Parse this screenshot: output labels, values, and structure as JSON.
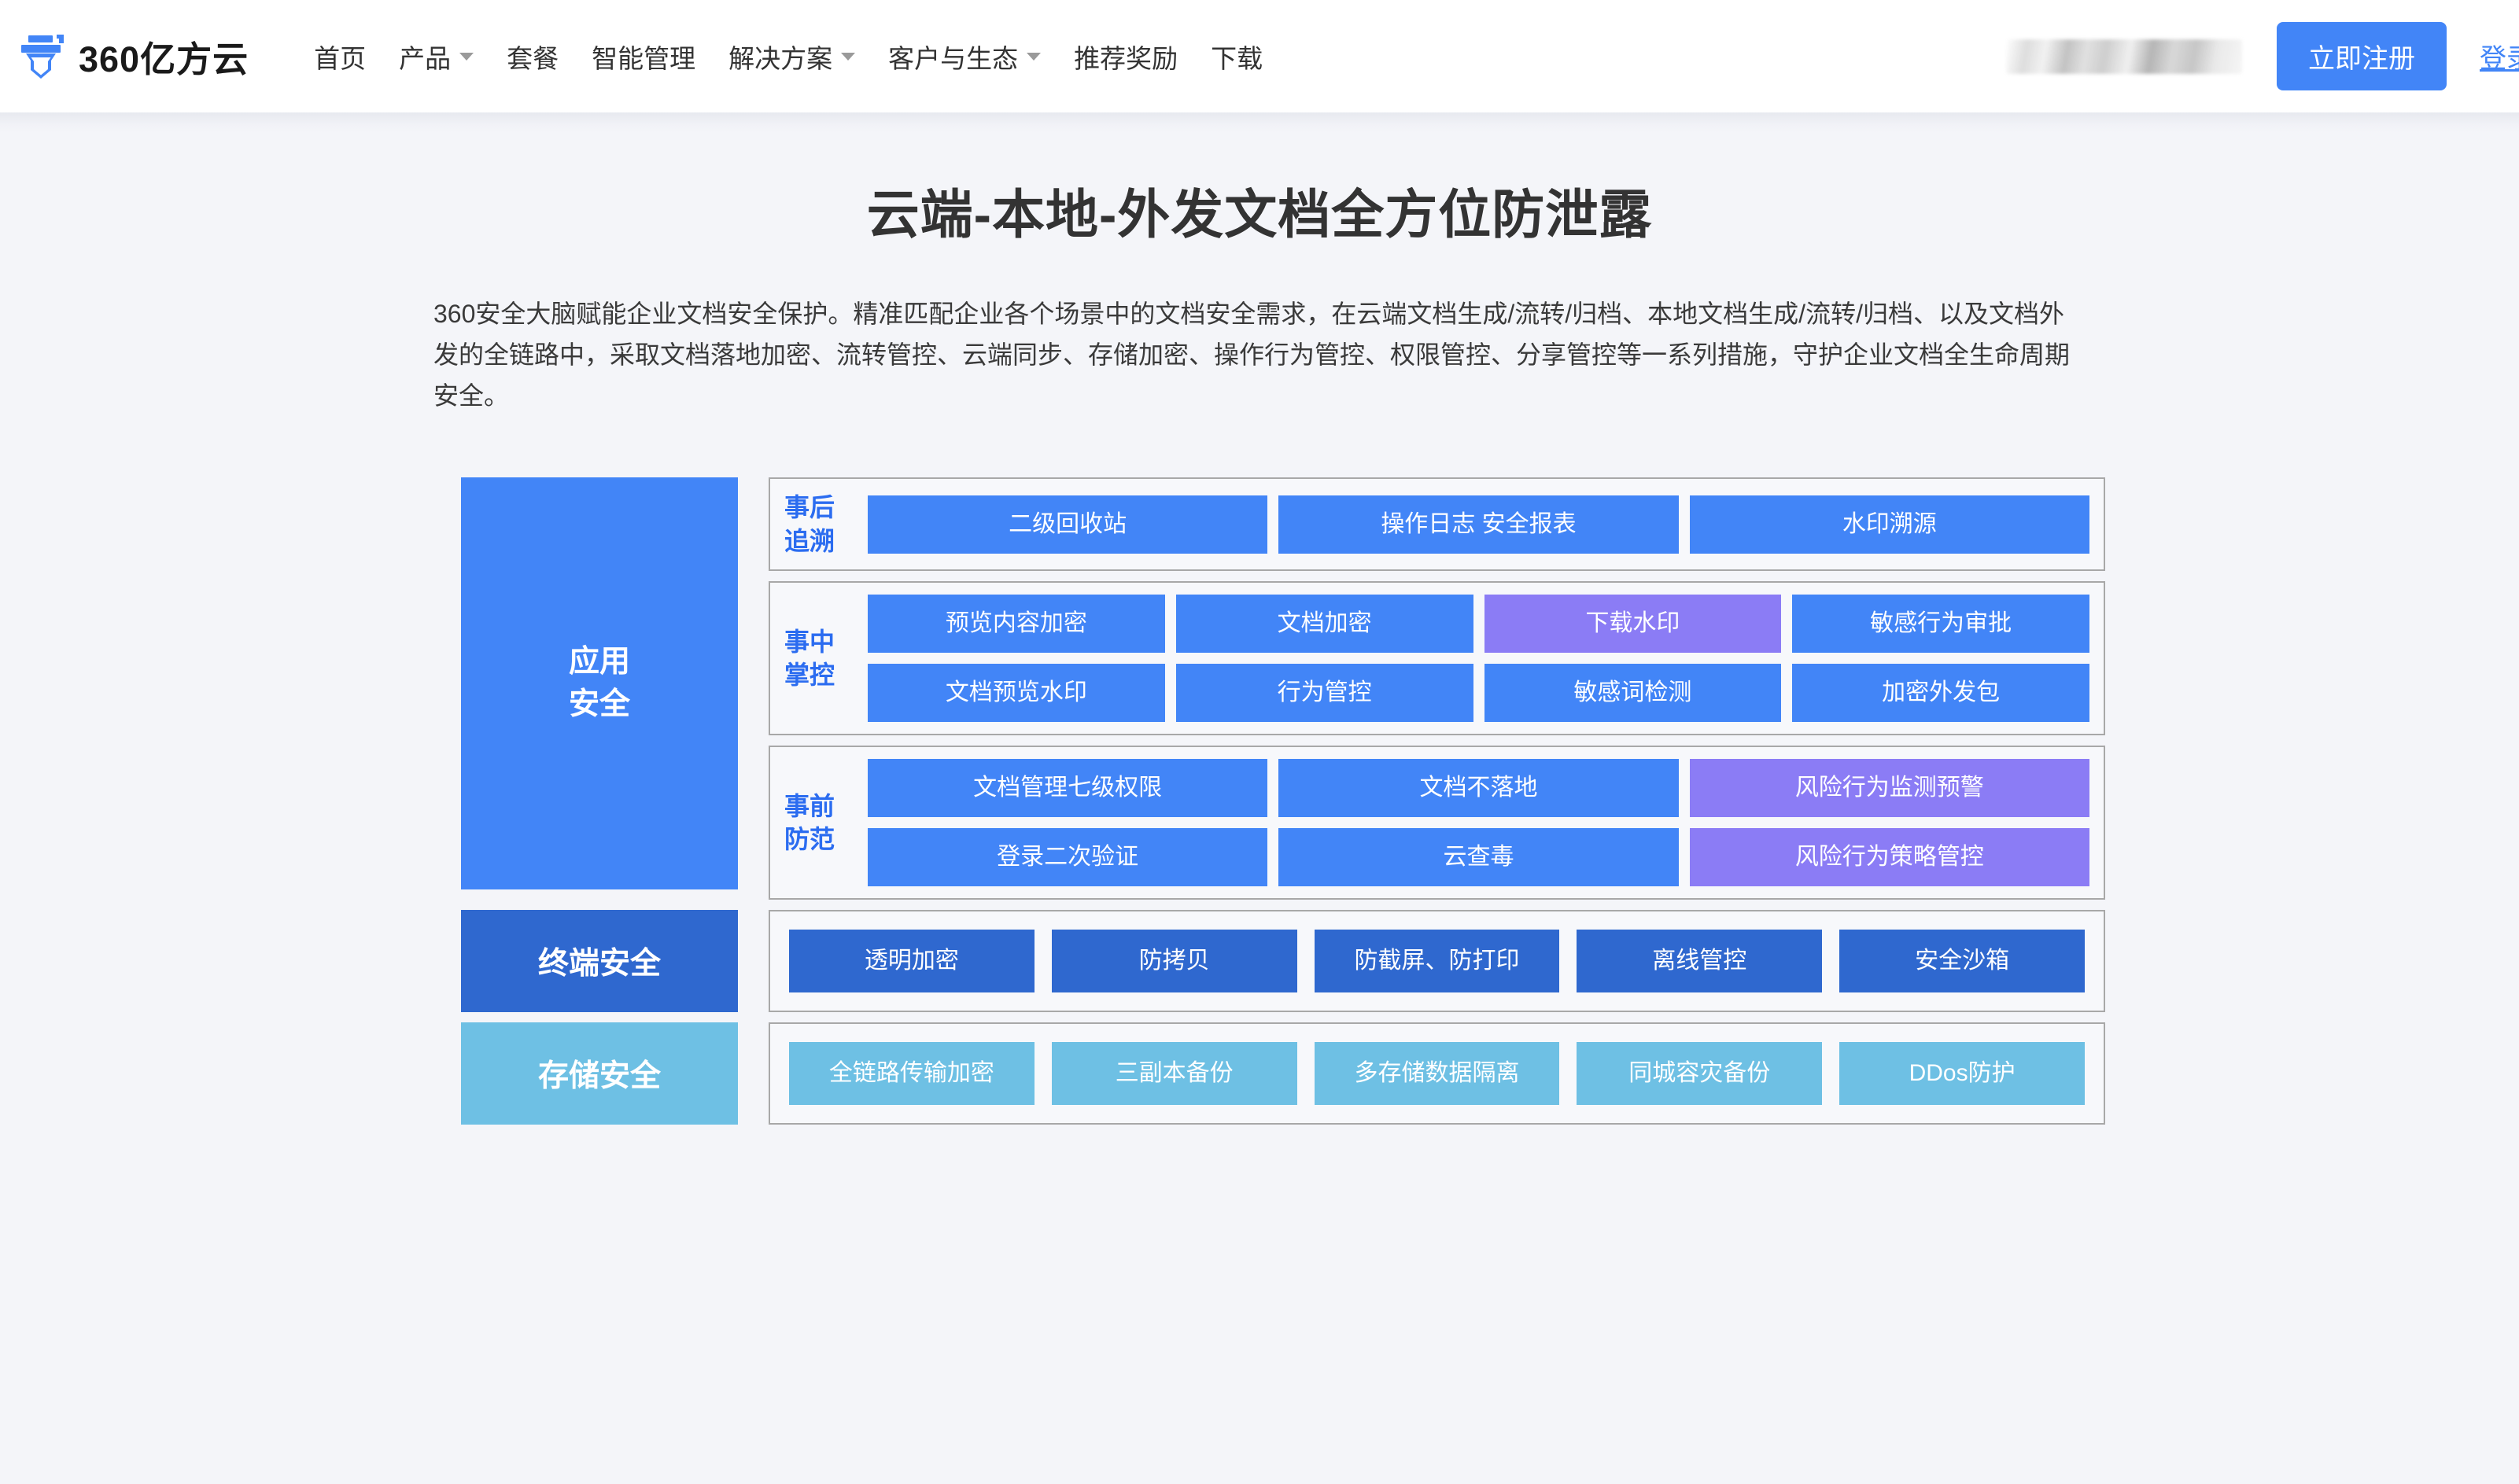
{
  "navbar": {
    "logo_icon": "yifangyun-logo-icon",
    "brand_text": "360亿方云",
    "links": [
      {
        "label": "首页",
        "has_caret": false
      },
      {
        "label": "产品",
        "has_caret": true
      },
      {
        "label": "套餐",
        "has_caret": false
      },
      {
        "label": "智能管理",
        "has_caret": false
      },
      {
        "label": "解决方案",
        "has_caret": true
      },
      {
        "label": "客户与生态",
        "has_caret": true
      },
      {
        "label": "推荐奖励",
        "has_caret": false
      },
      {
        "label": "下载",
        "has_caret": false
      }
    ],
    "phone_blurred": "",
    "register_label": "立即注册",
    "login_label": "登录"
  },
  "hero": {
    "title": "云端-本地-外发文档全方位防泄露",
    "description": "360安全大脑赋能企业文档安全保护。精准匹配企业各个场景中的文档安全需求，在云端文档生成/流转/归档、本地文档生成/流转/归档、以及文档外发的全链路中，采取文档落地加密、流转管控、云端同步、存储加密、操作行为管控、权限管控、分享管控等一系列措施，守护企业文档全生命周期安全。"
  },
  "diagram": {
    "app_security_label": "应用\n安全",
    "panels": [
      {
        "label": "事后\n追溯",
        "rows": [
          [
            {
              "text": "二级回收站",
              "color": "blue",
              "flex": 2
            },
            {
              "text": "操作日志   安全报表",
              "color": "blue",
              "flex": 2
            },
            {
              "text": "水印溯源",
              "color": "blue",
              "flex": 2
            }
          ]
        ]
      },
      {
        "label": "事中\n掌控",
        "rows": [
          [
            {
              "text": "预览内容加密",
              "color": "blue"
            },
            {
              "text": "文档加密",
              "color": "blue"
            },
            {
              "text": "下载水印",
              "color": "purple"
            },
            {
              "text": "敏感行为审批",
              "color": "blue"
            }
          ],
          [
            {
              "text": "文档预览水印",
              "color": "blue"
            },
            {
              "text": "行为管控",
              "color": "blue"
            },
            {
              "text": "敏感词检测",
              "color": "blue"
            },
            {
              "text": "加密外发包",
              "color": "blue"
            }
          ]
        ]
      },
      {
        "label": "事前\n防范",
        "rows": [
          [
            {
              "text": "文档管理七级权限",
              "color": "blue"
            },
            {
              "text": "文档不落地",
              "color": "blue"
            },
            {
              "text": "风险行为监测预警",
              "color": "purple"
            }
          ],
          [
            {
              "text": "登录二次验证",
              "color": "blue"
            },
            {
              "text": "云查毒",
              "color": "blue"
            },
            {
              "text": "风险行为策略管控",
              "color": "purple"
            }
          ]
        ]
      }
    ],
    "terminal_security": {
      "label": "终端安全",
      "items": [
        "透明加密",
        "防拷贝",
        "防截屏、防打印",
        "离线管控",
        "安全沙箱"
      ]
    },
    "storage_security": {
      "label": "存储安全",
      "items": [
        "全链路传输加密",
        "三副本备份",
        "多存储数据隔离",
        "同城容灾备份",
        "DDos防护"
      ]
    }
  },
  "colors": {
    "brand_blue": "#4285f7",
    "purple": "#8b7cf5",
    "dark_blue": "#2f68cf",
    "light_blue": "#6ec0e4",
    "page_bg": "#f4f5f9",
    "panel_border": "#a8a8a8"
  }
}
